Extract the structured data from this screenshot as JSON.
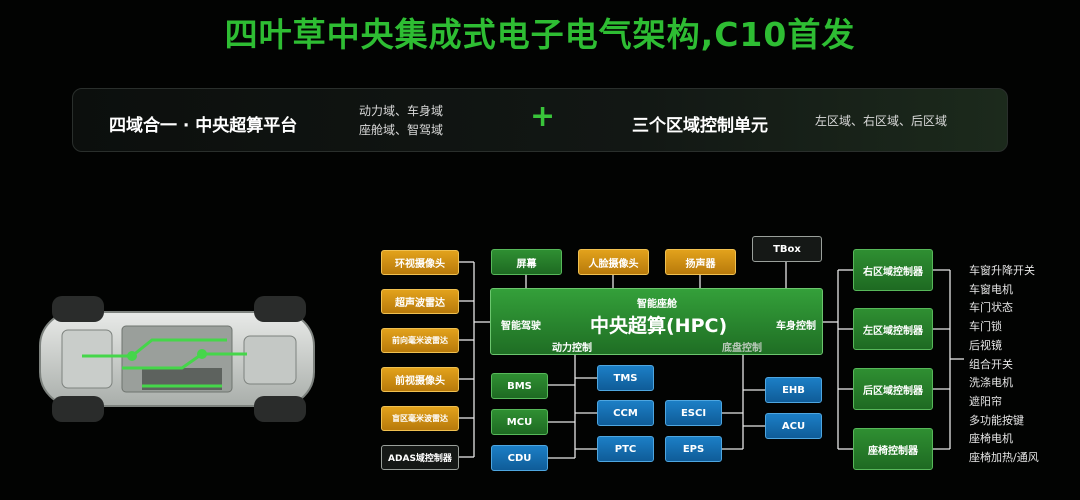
{
  "title": "四叶草中央集成式电子电气架构,C10首发",
  "panel": {
    "left_main": "四域合一 · 中央超算平台",
    "left_sub_1": "动力域、车身域",
    "left_sub_2": "座舱域、智驾域",
    "plus": "+",
    "right_main": "三个区域控制单元",
    "right_sub": "左区域、右区域、后区域"
  },
  "left_boxes": [
    "环视摄像头",
    "超声波雷达",
    "前向毫米波雷达",
    "前视摄像头",
    "盲区毫米波雷达",
    "ADAS域控制器"
  ],
  "top_boxes": [
    "屏幕",
    "人脸摄像头",
    "扬声器",
    "TBox"
  ],
  "hpc": {
    "title": "中央超算(HPC)",
    "cockpit": "智能座舱",
    "adas": "智能驾驶",
    "body": "车身控制",
    "power": "动力控制",
    "chassis": "底盘控制"
  },
  "power_boxes": [
    "BMS",
    "MCU",
    "CDU"
  ],
  "power_blue_boxes": [
    "TMS",
    "CCM",
    "PTC"
  ],
  "chassis_boxes": [
    "ESCI",
    "EPS"
  ],
  "chassis_right_boxes": [
    "EHB",
    "ACU"
  ],
  "zone_controllers": [
    "右区域控制器",
    "左区域控制器",
    "后区域控制器",
    "座椅控制器"
  ],
  "body_functions": [
    "车窗升降开关",
    "车窗电机",
    "车门状态",
    "车门锁",
    "后视镜",
    "组合开关",
    "洗涤电机",
    "遮阳帘",
    "多功能按键",
    "座椅电机",
    "座椅加热/通风"
  ],
  "colors": {
    "title_green": "#2ebd33",
    "orange": "#d79513",
    "green": "#2a8a2e",
    "blue": "#1a78bd",
    "line": "#e6e6e6"
  }
}
